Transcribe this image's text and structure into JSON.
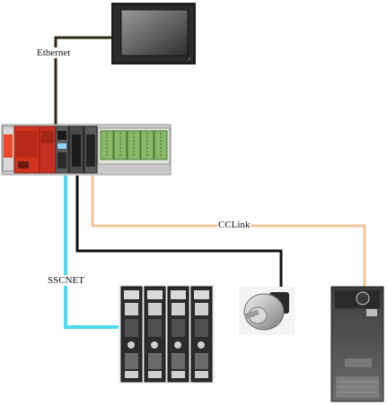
{
  "labels": {
    "ethernet": "Ethernet",
    "cclink": "CCLink",
    "sscnet": "SSCNET"
  },
  "colors": {
    "ethernet_cable": "#2e2a14",
    "cclink_cable": "#f2c49a",
    "sscnet_cable": "#4fdcef",
    "encoder_cable": "#111111",
    "plc_cpu_red": "#d0341f"
  }
}
